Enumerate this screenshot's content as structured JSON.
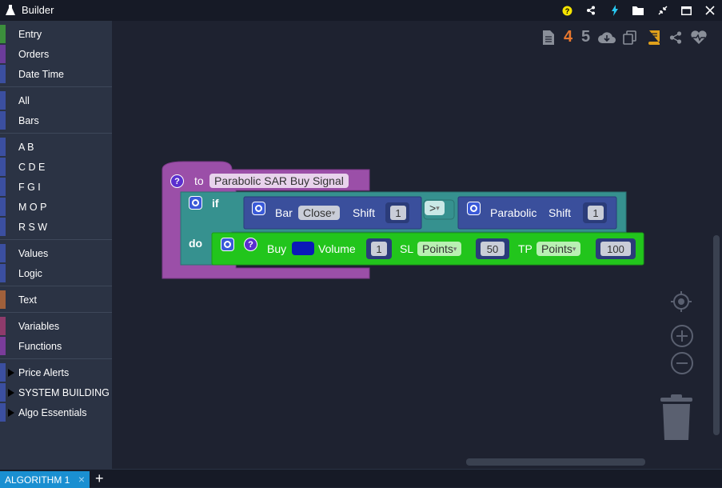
{
  "window": {
    "title": "Builder"
  },
  "titlebar_icons": [
    "help-icon",
    "share-icon",
    "bolt-icon",
    "folder-icon",
    "collapse-icon",
    "maximize-icon",
    "close-icon"
  ],
  "sidebar": {
    "groups": [
      [
        {
          "label": "Entry",
          "color": "#3c8f3c"
        },
        {
          "label": "Orders",
          "color": "#6b3c9a"
        },
        {
          "label": "Date Time",
          "color": "#3b4fa0"
        }
      ],
      [
        {
          "label": "All",
          "color": "#3b4fa0"
        },
        {
          "label": "Bars",
          "color": "#3b4fa0"
        }
      ],
      [
        {
          "label": "A B",
          "color": "#3b4fa0"
        },
        {
          "label": "C D E",
          "color": "#3b4fa0"
        },
        {
          "label": "F G I",
          "color": "#3b4fa0"
        },
        {
          "label": "M O P",
          "color": "#3b4fa0"
        },
        {
          "label": "R S W",
          "color": "#3b4fa0"
        }
      ],
      [
        {
          "label": "Values",
          "color": "#3b4fa0"
        },
        {
          "label": "Logic",
          "color": "#3b4fa0"
        }
      ],
      [
        {
          "label": "Text",
          "color": "#a0603b"
        }
      ],
      [
        {
          "label": "Variables",
          "color": "#8e3b6b"
        },
        {
          "label": "Functions",
          "color": "#7a3c9a"
        }
      ],
      [
        {
          "label": "Price Alerts",
          "color": "#3b4fa0",
          "expandable": true
        },
        {
          "label": "SYSTEM BUILDING",
          "color": "#3b4fa0",
          "expandable": true
        },
        {
          "label": "Algo Essentials",
          "color": "#3b4fa0",
          "expandable": true
        }
      ]
    ]
  },
  "toolbar": {
    "count_a": "4",
    "count_b": "5"
  },
  "function_block": {
    "keyword_to": "to",
    "name": "Parabolic SAR Buy Signal",
    "if_label": "if",
    "do_label": "do",
    "condition": {
      "left": {
        "label": "Bar",
        "dropdown": "Close",
        "shift_label": "Shift",
        "shift_value": "1"
      },
      "operator": ">",
      "right": {
        "label": "Parabolic",
        "shift_label": "Shift",
        "shift_value": "1"
      }
    },
    "action": {
      "label": "Buy",
      "color": "#0a1ab8",
      "volume_label": "Volume",
      "volume_value": "1",
      "sl_label": "SL",
      "sl_mode": "Points",
      "sl_value": "50",
      "tp_label": "TP",
      "tp_mode": "Points",
      "tp_value": "100"
    }
  },
  "bottom": {
    "tab_label": "ALGORITHM 1"
  },
  "colors": {
    "procedure": "#9b4fa8",
    "logic": "#36918f",
    "indicator": "#3a4f9c",
    "action": "#22c51c"
  }
}
